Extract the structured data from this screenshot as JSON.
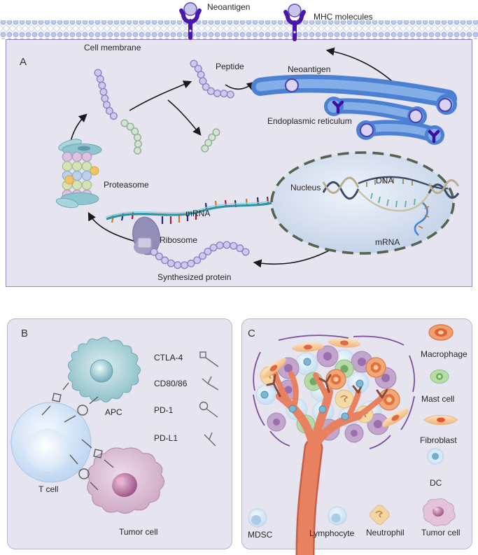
{
  "top": {
    "neoantigen": "Neoantigen",
    "mhc": "MHC molecules"
  },
  "panelA": {
    "tag": "A",
    "cell_membrane": "Cell membrane",
    "peptide": "Peptide",
    "neoantigen": "Neoantigen",
    "endoplasmic_reticulum": "Endoplasmic reticulum",
    "proteasome": "Proteasome",
    "mrna": "mRNA",
    "ribosome": "Ribosome",
    "synthesized_protein": "Synthesized protein",
    "nucleus": "Nucleus",
    "dna": "DNA",
    "nucleus_mrna": "mRNA"
  },
  "panelB": {
    "tag": "B",
    "apc": "APC",
    "t_cell": "T cell",
    "tumor_cell": "Tumor cell",
    "legend": [
      {
        "label": "CTLA-4",
        "icon": "square-receptor-icon"
      },
      {
        "label": "CD80/86",
        "icon": "y-receptor-icon"
      },
      {
        "label": "PD-1",
        "icon": "circle-receptor-icon"
      },
      {
        "label": "PD-L1",
        "icon": "y-receptor-icon"
      }
    ]
  },
  "panelC": {
    "tag": "C",
    "legend": [
      {
        "label": "Macrophage",
        "icon": "macrophage-cell-icon"
      },
      {
        "label": "Mast cell",
        "icon": "mast-cell-icon"
      },
      {
        "label": "Fibroblast",
        "icon": "fibroblast-cell-icon"
      },
      {
        "label": "DC",
        "icon": "dendritic-cell-icon"
      },
      {
        "label": "Tumor cell",
        "icon": "tumor-cell-icon"
      }
    ],
    "bottom": [
      {
        "label": "MDSC"
      },
      {
        "label": "Lymphocyte"
      },
      {
        "label": "Neutrophil"
      }
    ]
  },
  "colors": {
    "panel_bg": "#e5e4ef",
    "panel_a_border": "#9287c2",
    "panel_bc_border": "#b9b3d6",
    "membrane_bead": "#bcc8ea",
    "mhc_purple": "#4a17ad",
    "er_blue": "#4c80d2",
    "er_inner": "#84aee8",
    "vessel_coral": "#e8815f",
    "capsule_purple": "#7a4f9e",
    "arrow": "#1a1a1a"
  }
}
